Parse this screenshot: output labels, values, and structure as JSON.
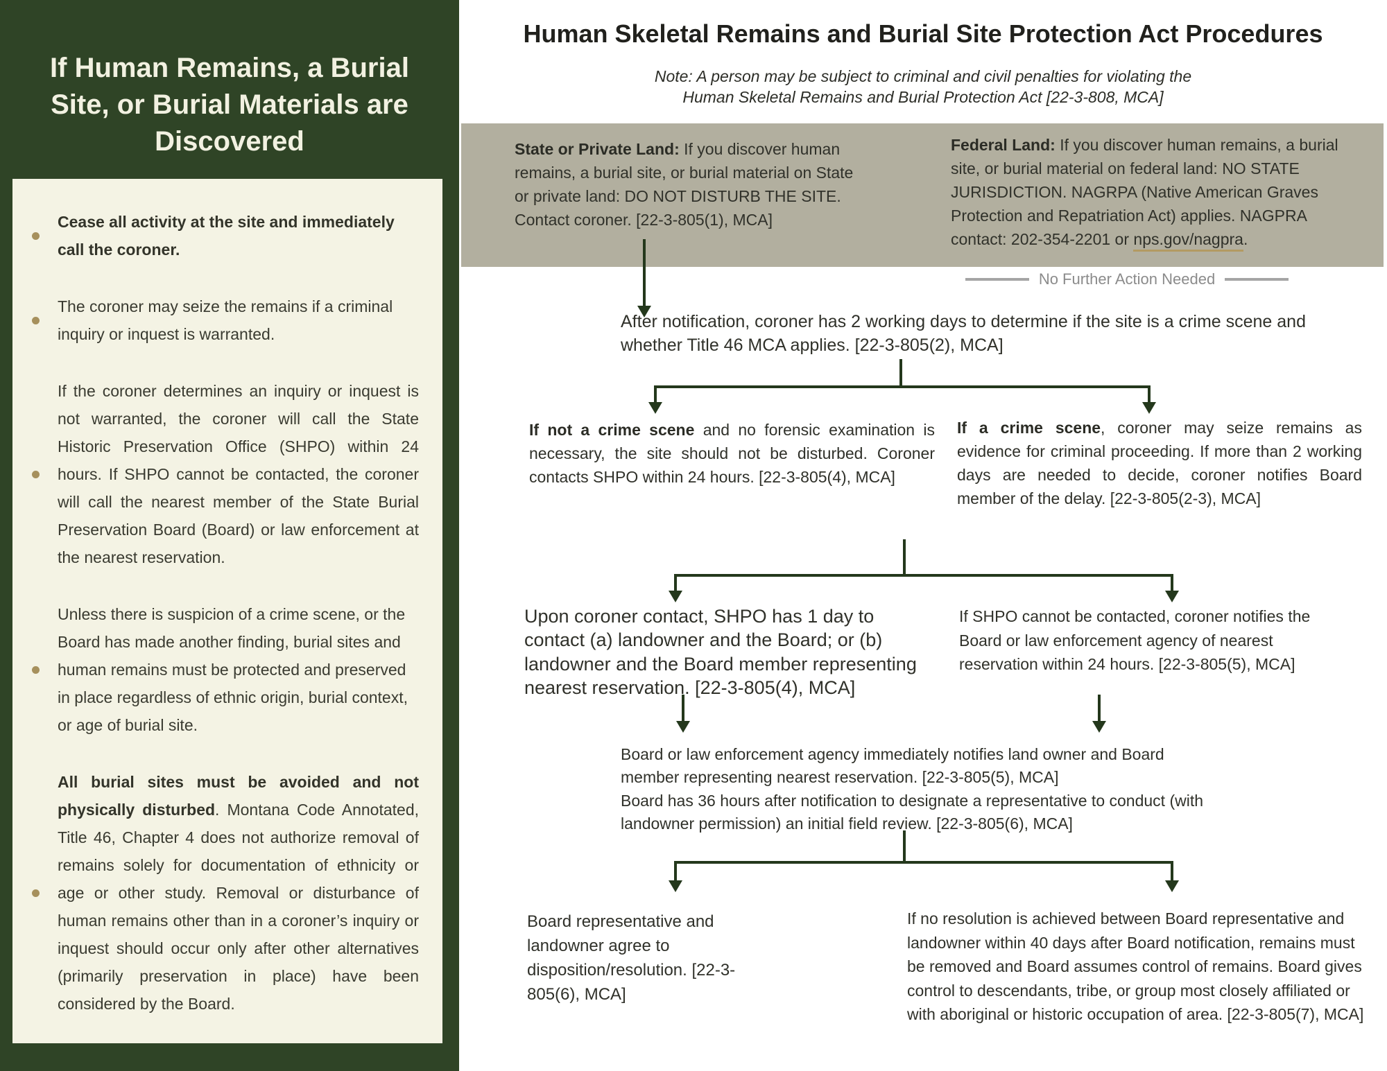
{
  "sidebar": {
    "title": "If Human Remains, a Burial Site, or Burial Materials are Discovered",
    "bullets": [
      {
        "lead": "Cease all activity at the site and immediately call the coroner.",
        "body": ""
      },
      {
        "lead": "",
        "body": "The coroner may seize the remains if a criminal inquiry or inquest is warranted."
      },
      {
        "lead": "",
        "body": "If the coroner determines an inquiry or inquest is not warranted, the coroner will call the State Historic Preservation Office (SHPO) within 24 hours. If SHPO cannot be contacted, the coroner will call the nearest member of the State Burial Preservation Board (Board) or law enforcement at the nearest reservation."
      },
      {
        "lead": "",
        "body": "Unless there is suspicion of a crime scene, or the Board has made another finding, burial sites and human remains must be protected and preserved in place regardless of ethnic origin, burial context, or age of burial site."
      },
      {
        "lead": "All burial sites must be avoided and not physically disturbed",
        "body": ". Montana Code Annotated, Title 46, Chapter 4 does not authorize removal of remains solely for documentation of ethnicity or age or other study. Removal or disturbance of human remains other than in a coroner’s inquiry or inquest should occur only after other alternatives (primarily preservation in place) have been considered by the Board."
      }
    ]
  },
  "main": {
    "title": "Human Skeletal Remains and Burial Site Protection Act Procedures",
    "note_line1": "Note: A person may be subject to criminal and civil penalties for violating the",
    "note_line2": "Human Skeletal Remains and Burial Protection Act [22-3-808, MCA]",
    "band": {
      "left": {
        "lead": "State or Private Land:",
        "body": " If you discover human remains, a burial site, or burial material on State or private land: DO NOT DISTURB THE SITE. Contact coroner. [22-3-805(1), MCA]"
      },
      "right": {
        "lead": "Federal Land:",
        "body": " If you discover human remains, a burial site, or burial material on federal land: NO STATE JURISDICTION. NAGRPA (Native American Graves Protection and Repatriation Act) applies. NAGPRA contact: 202-354-2201 or ",
        "link": "nps.gov/nagpra",
        "after_link": "."
      }
    },
    "no_further_action": "No Further Action Needed",
    "flow": {
      "step1": "After notification, coroner has 2 working days to determine if the site is a crime scene and whether Title 46 MCA applies. [22-3-805(2), MCA]",
      "not_crime_lead": "If not a crime scene",
      "not_crime_body": " and no forensic examination is necessary, the site should not be disturbed. Coroner contacts SHPO within 24 hours. [22-3-805(4), MCA]",
      "crime_lead": "If a crime scene",
      "crime_body": ", coroner may seize remains as evidence for criminal proceeding. If more than 2 working days are needed to decide, coroner notifies Board member of the delay. [22-3-805(2-3), MCA]",
      "shpo_contact": "Upon coroner contact, SHPO has 1 day to contact (a) landowner and the Board; or (b) landowner and the Board member representing nearest reservation. [22-3-805(4), MCA]",
      "shpo_no_contact": "If SHPO cannot be contacted, coroner notifies the Board or law enforcement agency of nearest reservation within 24 hours. [22-3-805(5), MCA]",
      "board_notifies_1": "Board or law enforcement agency immediately notifies land owner and Board member representing nearest reservation. [22-3-805(5), MCA]",
      "board_notifies_2": "Board has 36 hours after notification to designate a representative to conduct (with landowner permission) an initial field review. [22-3-805(6), MCA]",
      "agree": "Board representative and landowner agree to disposition/resolution. [22-3-805(6), MCA]",
      "no_resolution": "If no resolution is achieved between Board representative and landowner within 40 days after Board notification, remains must be removed and Board assumes control of remains. Board gives control to descendants, tribe, or group most closely affiliated or with aboriginal or historic occupation of area. [22-3-805(7), MCA]"
    }
  },
  "colors": {
    "sidebar-green": "#2f4426",
    "cream": "#f4f3e4",
    "band": "#b2af9f",
    "arrow": "#24381c",
    "dot": "#a6905c",
    "title-dark": "#21211d",
    "muted-gray": "#8b8b8b",
    "divider-gray": "#a5a5a5",
    "link-underline": "#b39a62"
  }
}
